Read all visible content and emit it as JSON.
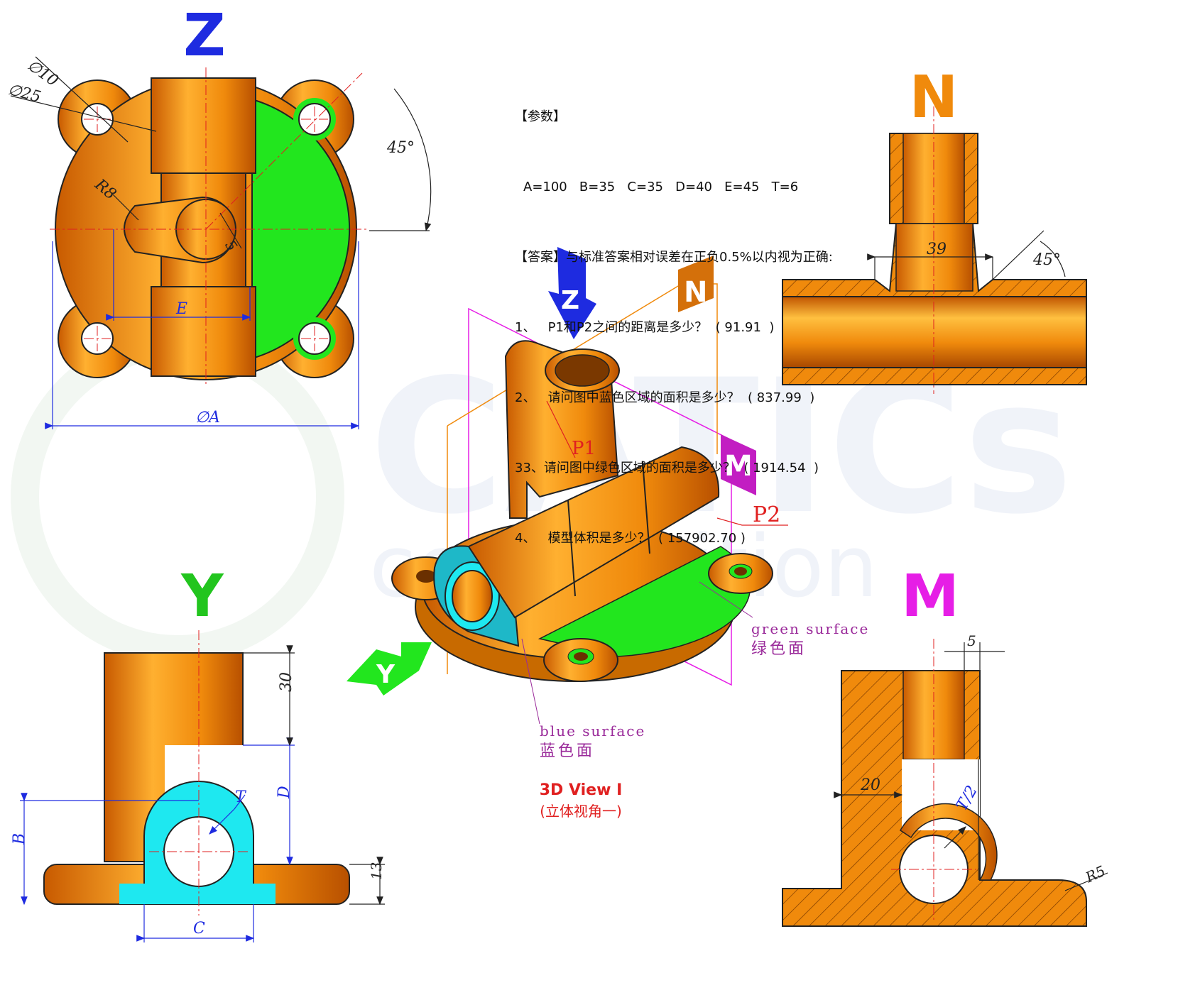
{
  "params": {
    "heading": "【参数】",
    "values": "A=100   B=35   C=35   D=40   E=45   T=6",
    "answer_note": "【答案】与标准答案相对误差在正负0.5%以内视为正确:",
    "questions": [
      "1、   P1和P2之间的距离是多少？  ( 91.91  )",
      "2、   请问图中蓝色区域的面积是多少？  ( 837.99  )",
      "33、请问图中绿色区域的面积是多少？  ( 1914.54  )",
      "4、   模型体积是多少？  ( 157902.70 )"
    ]
  },
  "view_labels": {
    "z": "Z",
    "n": "N",
    "y": "Y",
    "m": "M"
  },
  "dims_z": {
    "d10": "∅10",
    "d25": "∅25",
    "r8": "R8",
    "five": "5",
    "e": "E",
    "diaA": "∅A",
    "angle": "45°"
  },
  "dims_n": {
    "w39": "39",
    "angle": "45°"
  },
  "dims_y": {
    "h30": "30",
    "d": "D",
    "t": "T",
    "b": "B",
    "h13": "13",
    "c": "C"
  },
  "dims_m": {
    "five": "5",
    "twenty": "20",
    "t2": "T/2",
    "r5": "R5"
  },
  "iso": {
    "p1": "P1",
    "p2": "P2",
    "green_en": "green surface",
    "green_cn": "绿色面",
    "blue_en": "blue surface",
    "blue_cn": "蓝色面",
    "arrow_n": "N",
    "arrow_m": "M",
    "arrow_z": "Z",
    "arrow_y": "Y",
    "title": "3D View I",
    "subtitle": "(立体视角一)"
  },
  "colors": {
    "orange": "#F08A0C",
    "green": "#22E61E",
    "cyan": "#1EE8F0",
    "blue": "#1E2BE0",
    "magenta": "#E61EE6",
    "dim": "#1E2BE0",
    "center": "#E02020"
  }
}
